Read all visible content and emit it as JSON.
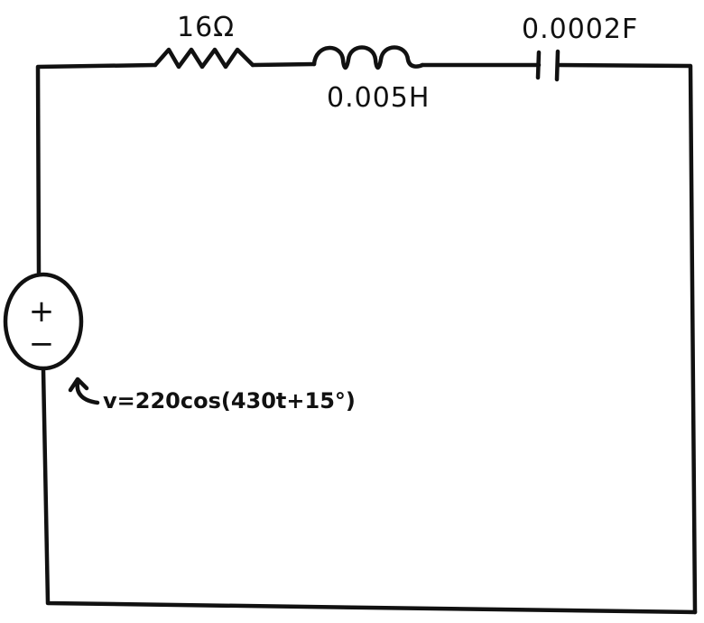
{
  "diagram": {
    "components": {
      "resistor": {
        "label": "16Ω"
      },
      "inductor": {
        "label": "0.005H"
      },
      "capacitor": {
        "label": "0.0002F"
      },
      "source": {
        "plus": "+",
        "minus": "−",
        "label": "v=220cos(430t+15°)"
      }
    }
  }
}
